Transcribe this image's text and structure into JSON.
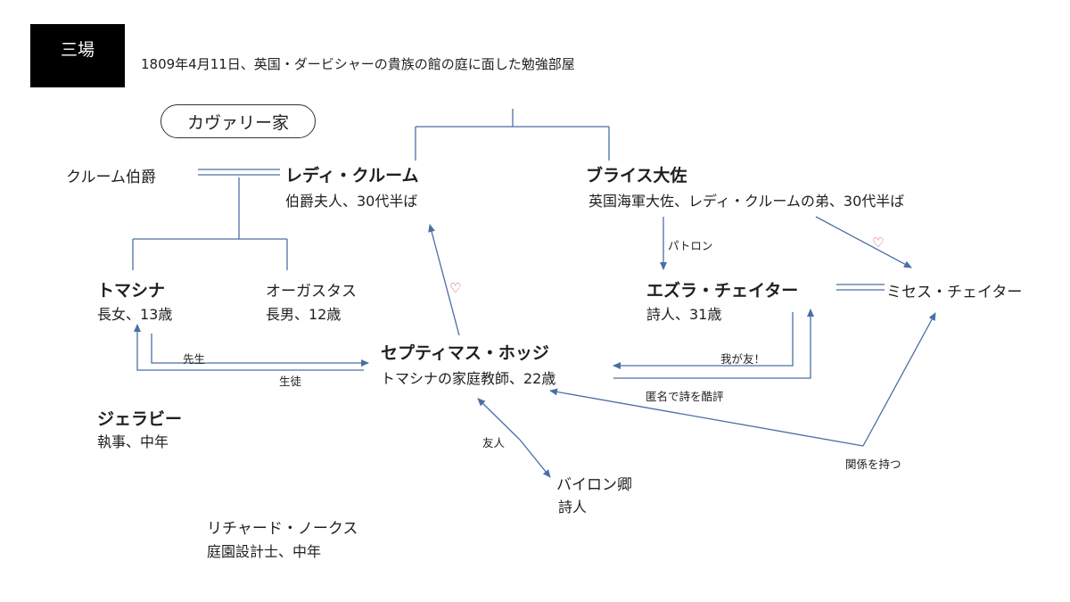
{
  "scene": {
    "label": "三場",
    "subtitle": "1809年4月11日、英国・ダービシャーの貴族の館の庭に面した勉強部屋"
  },
  "family": {
    "label": "カヴァリー家"
  },
  "characters": {
    "lord_croom": {
      "name": "クルーム伯爵"
    },
    "lady_croom": {
      "name": "レディ・クルーム",
      "desc": "伯爵夫人、30代半ば"
    },
    "brice": {
      "name": "ブライス大佐",
      "desc": "英国海軍大佐、レディ・クルームの弟、30代半ば"
    },
    "thomasina": {
      "name": "トマシナ",
      "desc": "長女、13歳"
    },
    "augustus": {
      "name": "オーガスタス",
      "desc": "長男、12歳"
    },
    "chater": {
      "name": "エズラ・チェイター",
      "desc": "詩人、31歳"
    },
    "mrs_chater": {
      "name": "ミセス・チェイター"
    },
    "septimus": {
      "name": "セプティマス・ホッジ",
      "desc": "トマシナの家庭教師、22歳"
    },
    "jellaby": {
      "name": "ジェラビー",
      "desc": "執事、中年"
    },
    "byron": {
      "name": "バイロン卿",
      "desc": "詩人"
    },
    "noakes": {
      "name": "リチャード・ノークス",
      "desc": "庭園設計士、中年"
    }
  },
  "relations": {
    "teacher": "先生",
    "student": "生徒",
    "patron": "パトロン",
    "my_friend": "我が友！",
    "anonymous": "匿名で詩を酷評",
    "friend": "友人",
    "affair": "関係を持つ"
  },
  "heart_symbol": "♡",
  "colors": {
    "arrow": "#4a6fa5",
    "heart": "#e04050",
    "line": "#4a6fa5"
  }
}
